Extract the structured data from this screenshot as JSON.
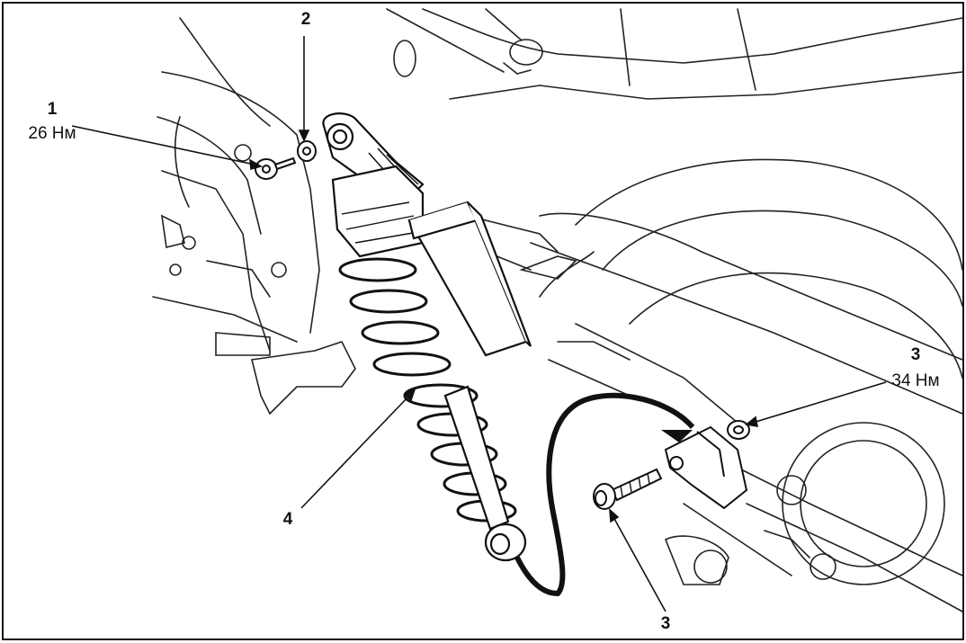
{
  "callouts": {
    "c1": {
      "number": "1",
      "torque": "26 Нм"
    },
    "c2": {
      "number": "2"
    },
    "c3_right": {
      "number": "3",
      "torque": "34 Нм"
    },
    "c3_bottom": {
      "number": "3"
    },
    "c4": {
      "number": "4"
    }
  },
  "colors": {
    "ink": "#111111",
    "paper": "#ffffff"
  }
}
